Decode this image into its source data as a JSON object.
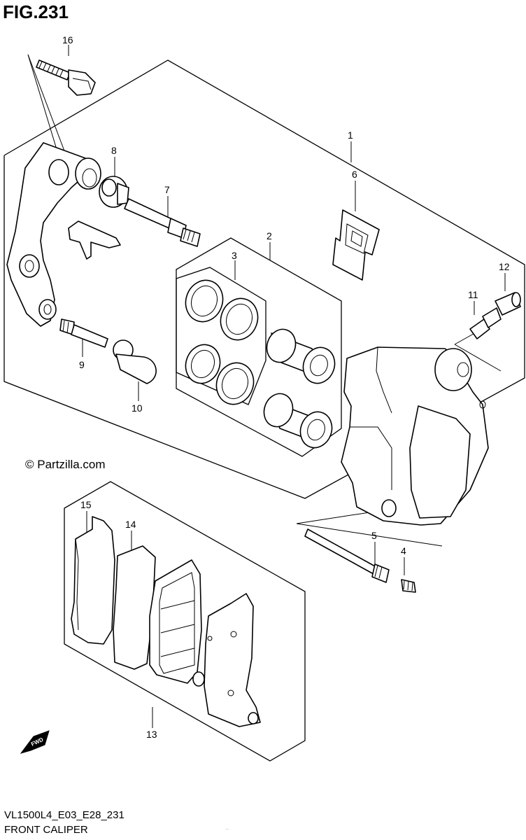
{
  "figure": {
    "title": "FIG.231",
    "copyright": "© Partzilla.com",
    "model_code": "VL1500L4_E03_E28_231",
    "caption": "FRONT CALIPER",
    "tiny_note": "...",
    "fwd_label": "FWD"
  },
  "callouts": {
    "c1": "1",
    "c2": "2",
    "c3": "3",
    "c4": "4",
    "c5": "5",
    "c6": "6",
    "c7": "7",
    "c8": "8",
    "c9": "9",
    "c10": "10",
    "c11": "11",
    "c12": "12",
    "c13": "13",
    "c14": "14",
    "c15": "15",
    "c16": "16"
  },
  "colors": {
    "line": "#000000",
    "background": "#ffffff"
  }
}
